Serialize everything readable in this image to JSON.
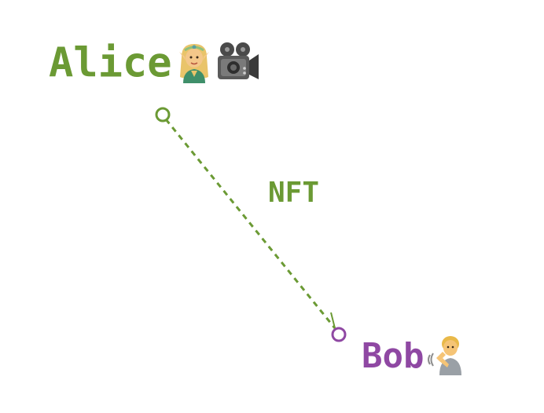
{
  "nodes": {
    "alice": {
      "name": "Alice",
      "color": "#6b9a34",
      "emoji_icons": [
        "elf-woman-icon",
        "video-camera-icon"
      ]
    },
    "bob": {
      "name": "Bob",
      "color": "#8f48a3",
      "emoji_icons": [
        "person-gesturing-hush-icon"
      ]
    }
  },
  "edge": {
    "label": "NFT",
    "from": "alice",
    "to": "bob",
    "color": "#6b9a34",
    "style": "dashed"
  }
}
